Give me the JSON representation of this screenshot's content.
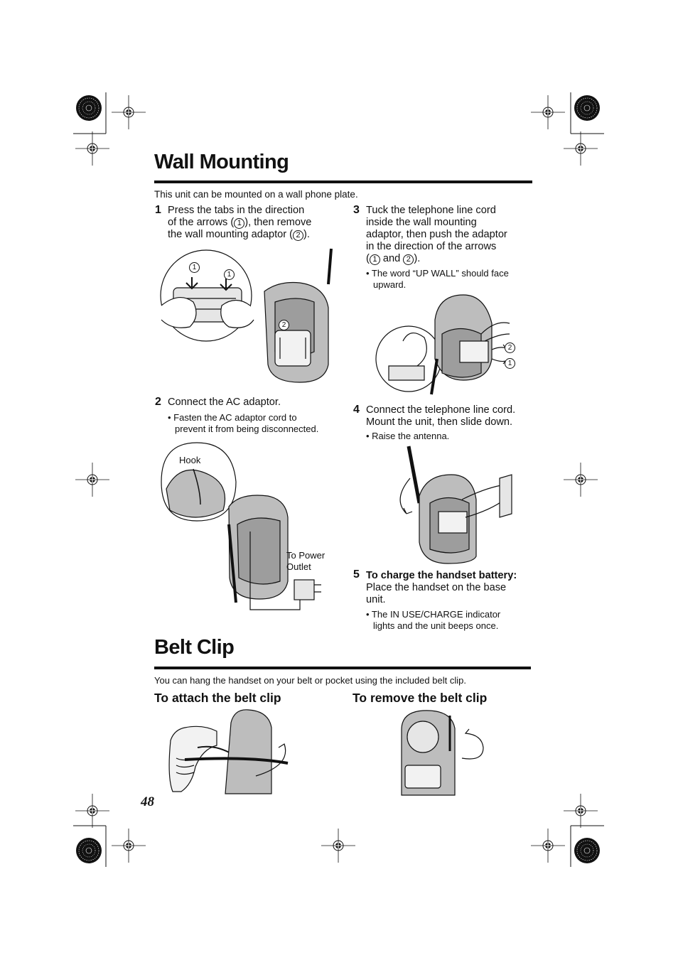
{
  "page_number": "48",
  "wall_mounting": {
    "title": "Wall Mounting",
    "intro": "This unit can be mounted on a wall phone plate.",
    "steps": [
      {
        "num": "1",
        "text_a": "Press the tabs in the direction",
        "text_b": "of the arrows (",
        "circ1": "1",
        "text_c": "), then remove",
        "text_d": "the wall mounting adaptor (",
        "circ2": "2",
        "text_e": ")."
      },
      {
        "num": "2",
        "text": "Connect the AC adaptor.",
        "bullet_a": "• Fasten the AC adaptor cord to",
        "bullet_b": "prevent it from being disconnected."
      },
      {
        "num": "3",
        "line1": "Tuck the telephone line cord",
        "line2": "inside the wall mounting",
        "line3": "adaptor, then push the adaptor",
        "line4": "in the direction of the arrows",
        "line5_a": "(",
        "circ1": "1",
        "line5_b": " and ",
        "circ2": "2",
        "line5_c": ").",
        "bullet_a": "• The word “UP WALL” should face",
        "bullet_b": "upward."
      },
      {
        "num": "4",
        "line1": "Connect the telephone line cord.",
        "line2": "Mount the unit, then slide down.",
        "bullet": "• Raise the antenna."
      },
      {
        "num": "5",
        "bold": "To charge the handset battery:",
        "line2": "Place the handset on the base",
        "line3": "unit.",
        "bullet_a": "• The IN USE/CHARGE indicator",
        "bullet_b": "lights and the unit beeps once."
      }
    ],
    "fig1_labels": [
      "1",
      "1",
      "2"
    ],
    "fig2_labels": {
      "hook": "Hook",
      "power_a": "To Power",
      "power_b": "Outlet"
    },
    "fig3_labels": [
      "2",
      "1"
    ]
  },
  "belt_clip": {
    "title": "Belt Clip",
    "intro": "You can hang the handset on your belt or pocket using the included belt clip.",
    "attach_heading": "To attach the belt clip",
    "remove_heading": "To remove the belt clip"
  }
}
